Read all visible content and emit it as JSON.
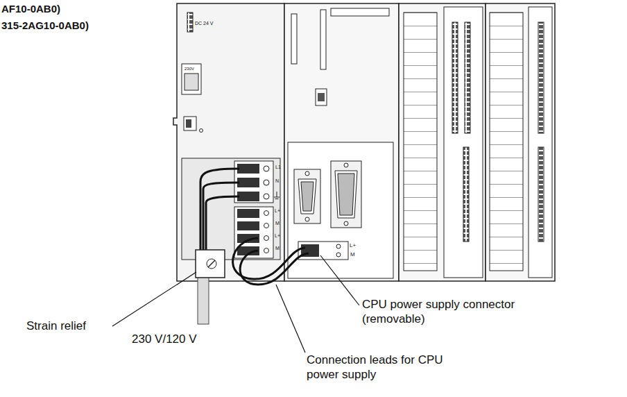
{
  "diagram": {
    "labels": [
      "AF10-0AB0)",
      "315-2AG10-0AB0)",
      "DC 24 V",
      "230V",
      "L1",
      "N",
      "L+",
      "M",
      "L+",
      "M",
      "L+",
      "M",
      "Strain relief",
      "230 V/120 V",
      "CPU power supply connector (removable)",
      "Connection leads for CPU power supply"
    ]
  }
}
